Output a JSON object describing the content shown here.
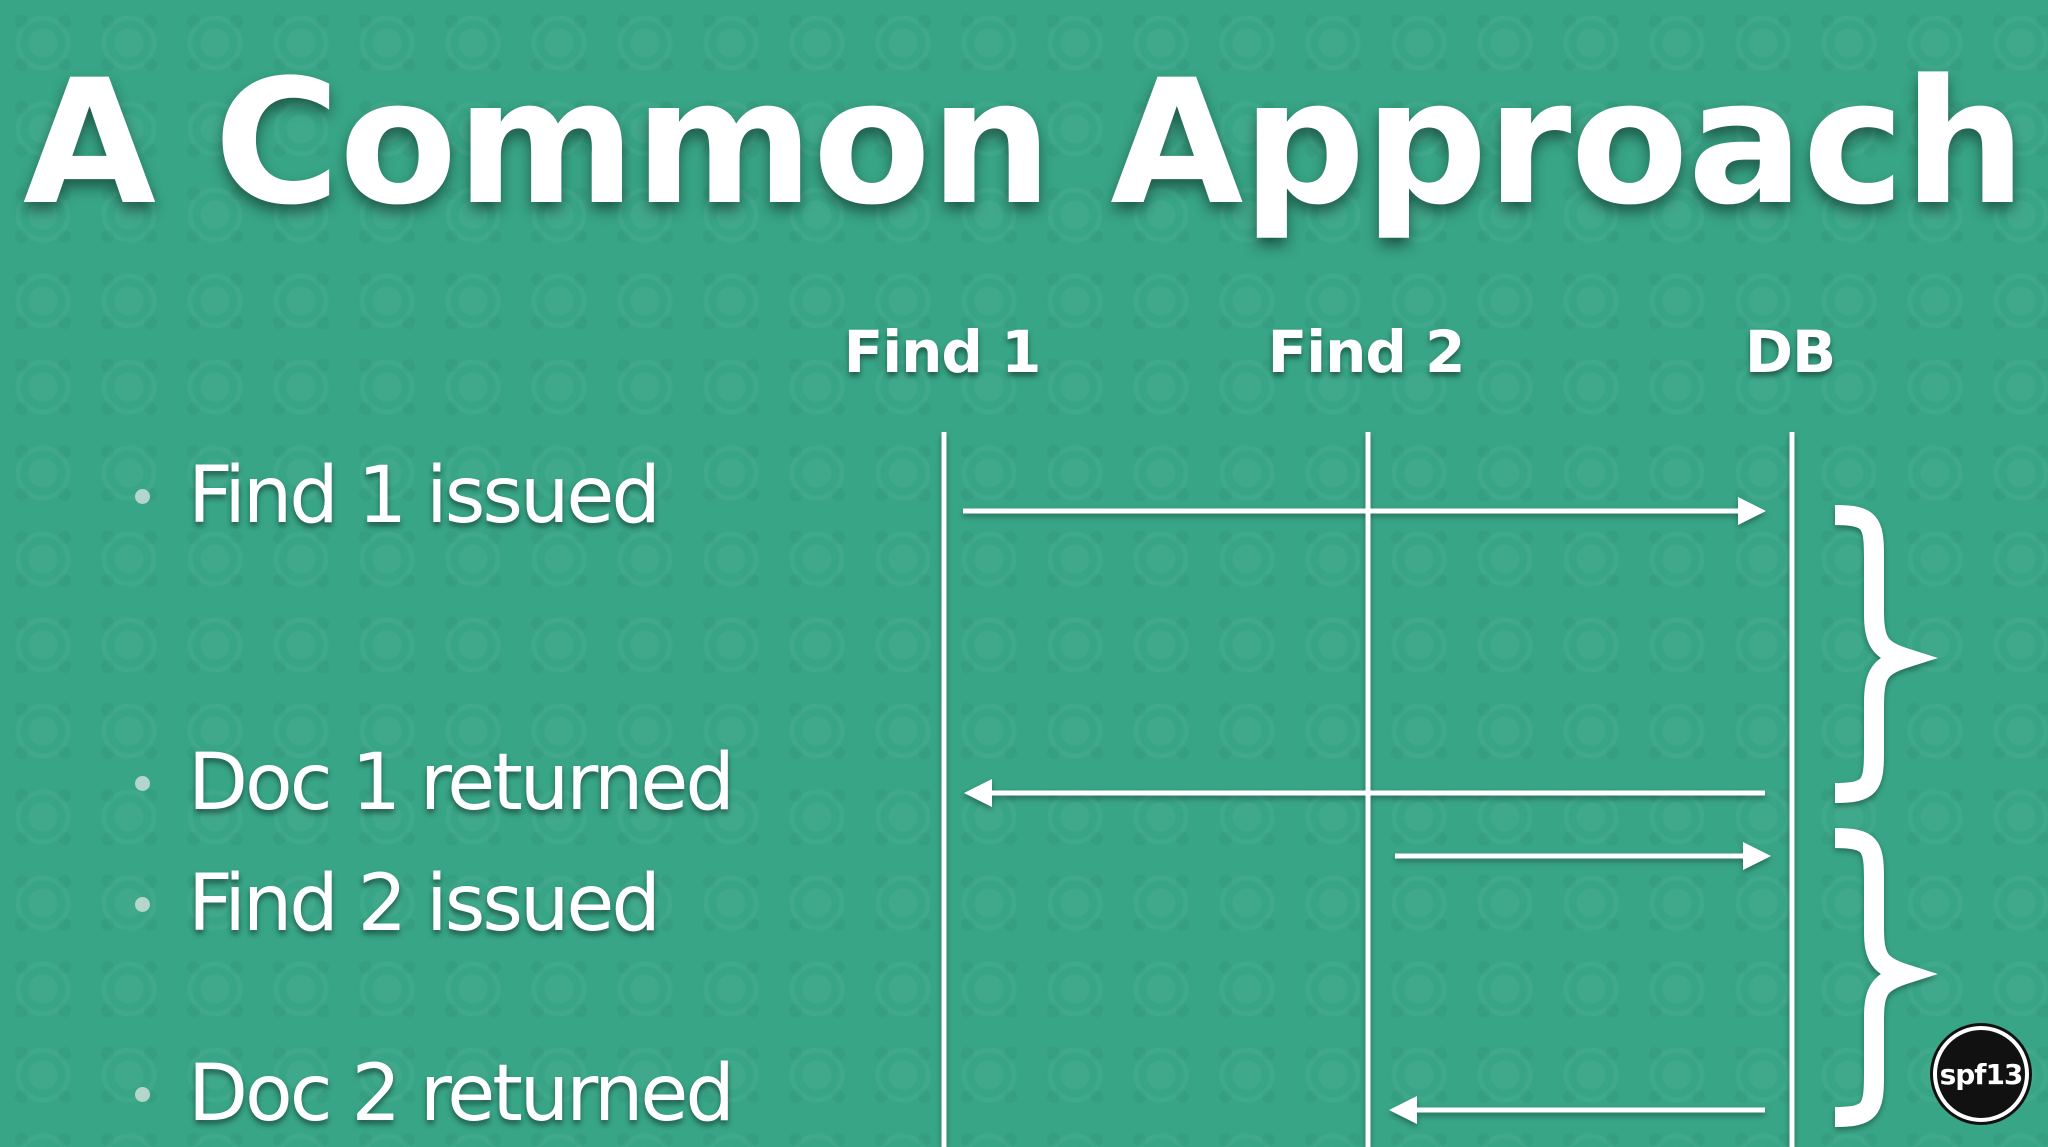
{
  "slide": {
    "title": "A Common Approach"
  },
  "bullets": [
    {
      "text": "Find 1 issued"
    },
    {
      "text": "Doc 1 returned"
    },
    {
      "text": "Find 2 issued"
    },
    {
      "text": "Doc 2 returned"
    }
  ],
  "diagram": {
    "actors": [
      {
        "label": "Find 1"
      },
      {
        "label": "Find 2"
      },
      {
        "label": "DB"
      }
    ],
    "messages": [
      {
        "from": "Find 1",
        "to": "DB"
      },
      {
        "from": "DB",
        "to": "Find 1"
      },
      {
        "from": "Find 2",
        "to": "DB"
      },
      {
        "from": "DB",
        "to": "Find 2"
      }
    ],
    "braces": 2,
    "line_color": "#ffffff"
  },
  "logo": {
    "text": "spf13"
  },
  "colors": {
    "background": "#38a586",
    "foreground": "#ffffff"
  }
}
